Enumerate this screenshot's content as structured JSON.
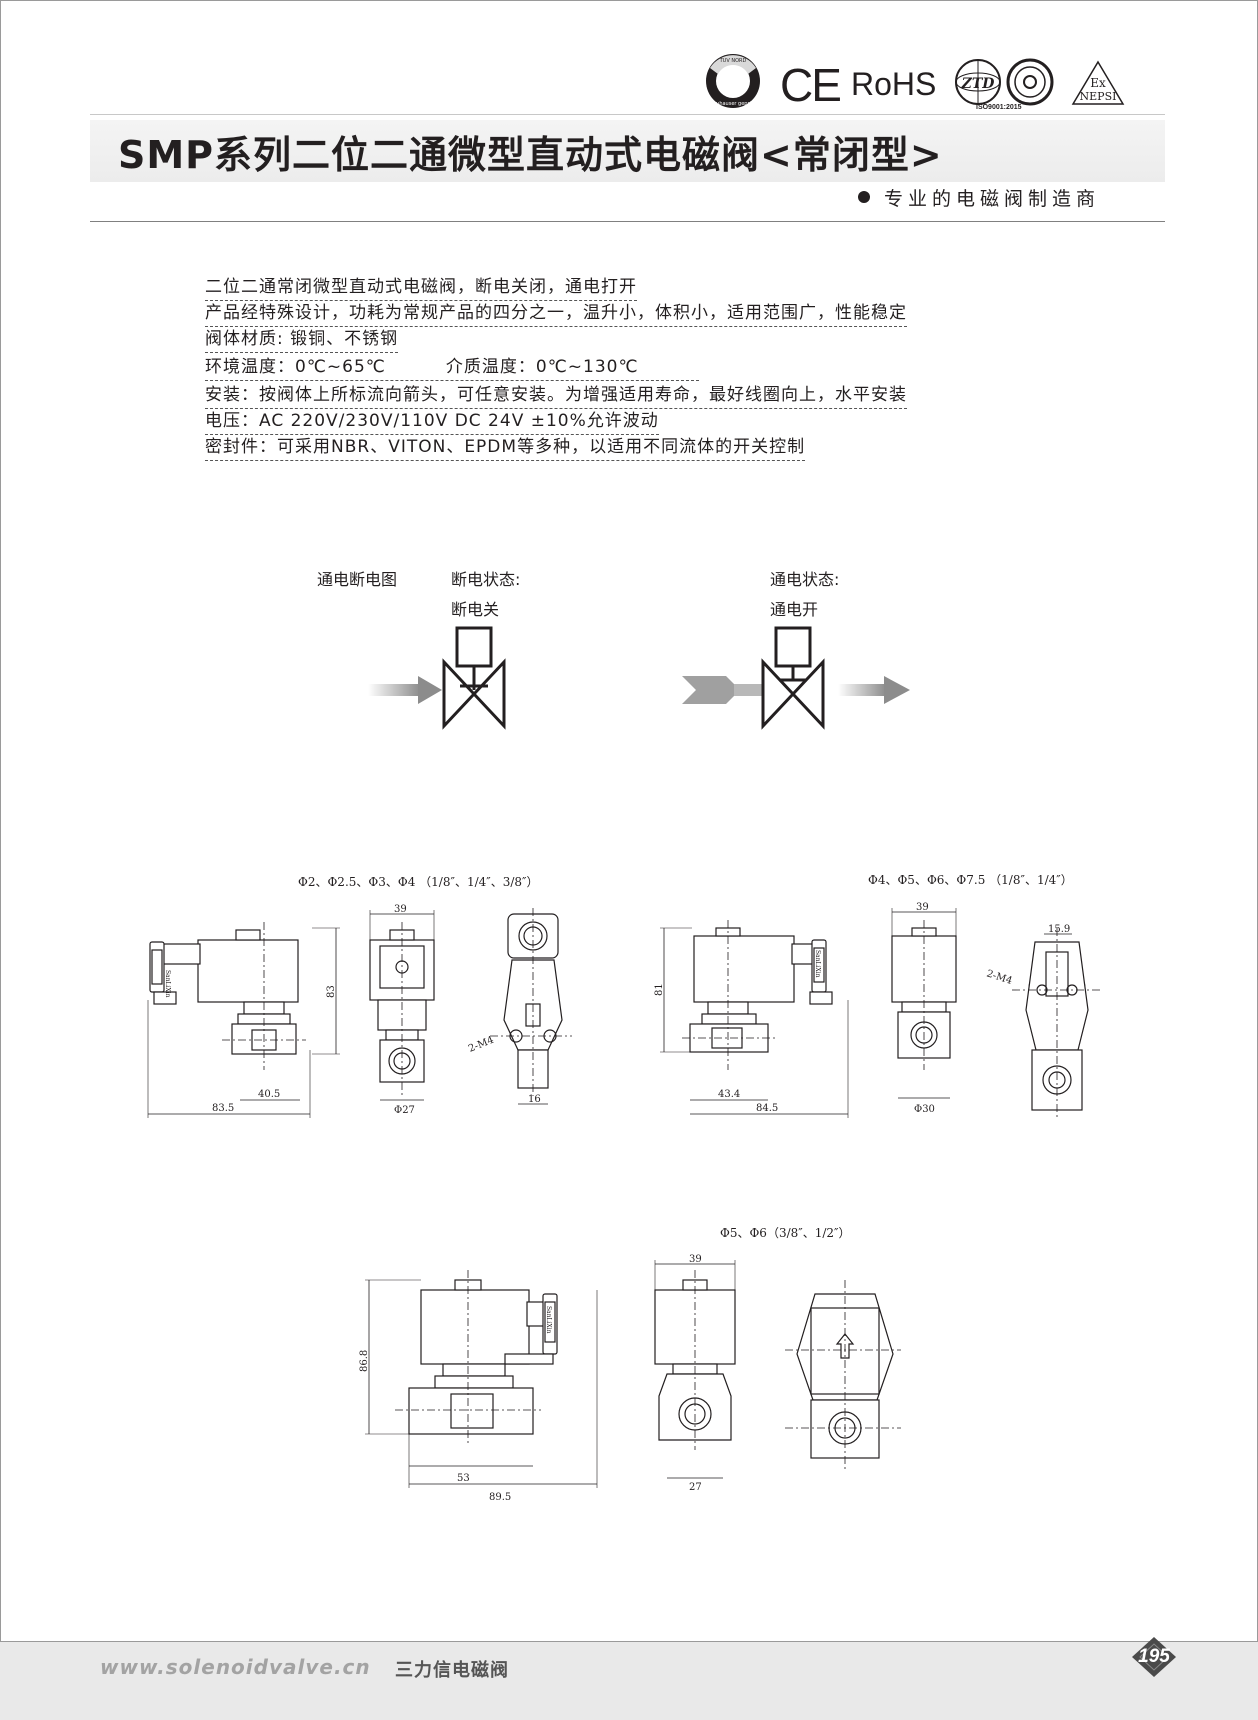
{
  "header": {
    "certs": {
      "tuv_ring_text": "Bauhauser geprüft",
      "tuv_top": "TUV NORD",
      "ce": "CE",
      "rohs": "RoHS",
      "ztd": "ZTD",
      "iso": "ISO9001:2015",
      "ex_top": "Ex",
      "ex_bottom": "NEPSI"
    },
    "title": "SMP系列二位二通微型直动式电磁阀<常闭型>",
    "slogan": "专业的电磁阀制造商"
  },
  "description": [
    "二位二通常闭微型直动式电磁阀，断电关闭，通电打开",
    "产品经特殊设计，功耗为常规产品的四分之一，温升小，体积小，适用范围广，性能稳定",
    "阀体材质: 锻铜、不锈钢",
    {
      "a": "环境温度：0℃~65℃",
      "b": "介质温度：0℃~130℃"
    },
    "安装：按阀体上所标流向箭头，可任意安装。为增强适用寿命，最好线圈向上，水平安装",
    "电压：AC 220V/230V/110V  DC 24V  ±10%允许波动",
    "密封件：可采用NBR、VITON、EPDM等多种，以适用不同流体的开关控制"
  ],
  "operation": {
    "title": "通电断电图",
    "off_state": "断电状态:",
    "off_desc": "断电关",
    "on_state": "通电状态:",
    "on_desc": "通电开"
  },
  "drawings": {
    "group1_spec": "Φ2、Φ2.5、Φ3、Φ4 （1/8″、1/4″、3/8″）",
    "group2_spec": "Φ4、Φ5、Φ6、Φ7.5 （1/8″、1/4″）",
    "group3_spec": "Φ5、Φ6（3/8″、1/2″）",
    "g1": {
      "w_top": "39",
      "h": "83",
      "d1": "40.5",
      "d2": "83.5",
      "d3": "Φ27",
      "d4": "16",
      "d5": "2-M4",
      "coil": "SanLiXin"
    },
    "g2": {
      "w_top": "39",
      "h": "81",
      "d1": "43.4",
      "d2": "84.5",
      "d3": "Φ30",
      "d4": "15.9",
      "d5": "2-M4",
      "coil": "SanLiXin"
    },
    "g3": {
      "w_top": "39",
      "h": "86.8",
      "d1": "53",
      "d2": "89.5",
      "d3": "27",
      "coil": "SanLiXin"
    }
  },
  "footer": {
    "url": "www.solenoidvalve.cn",
    "brand": "三力信电磁阀",
    "page": "195"
  }
}
